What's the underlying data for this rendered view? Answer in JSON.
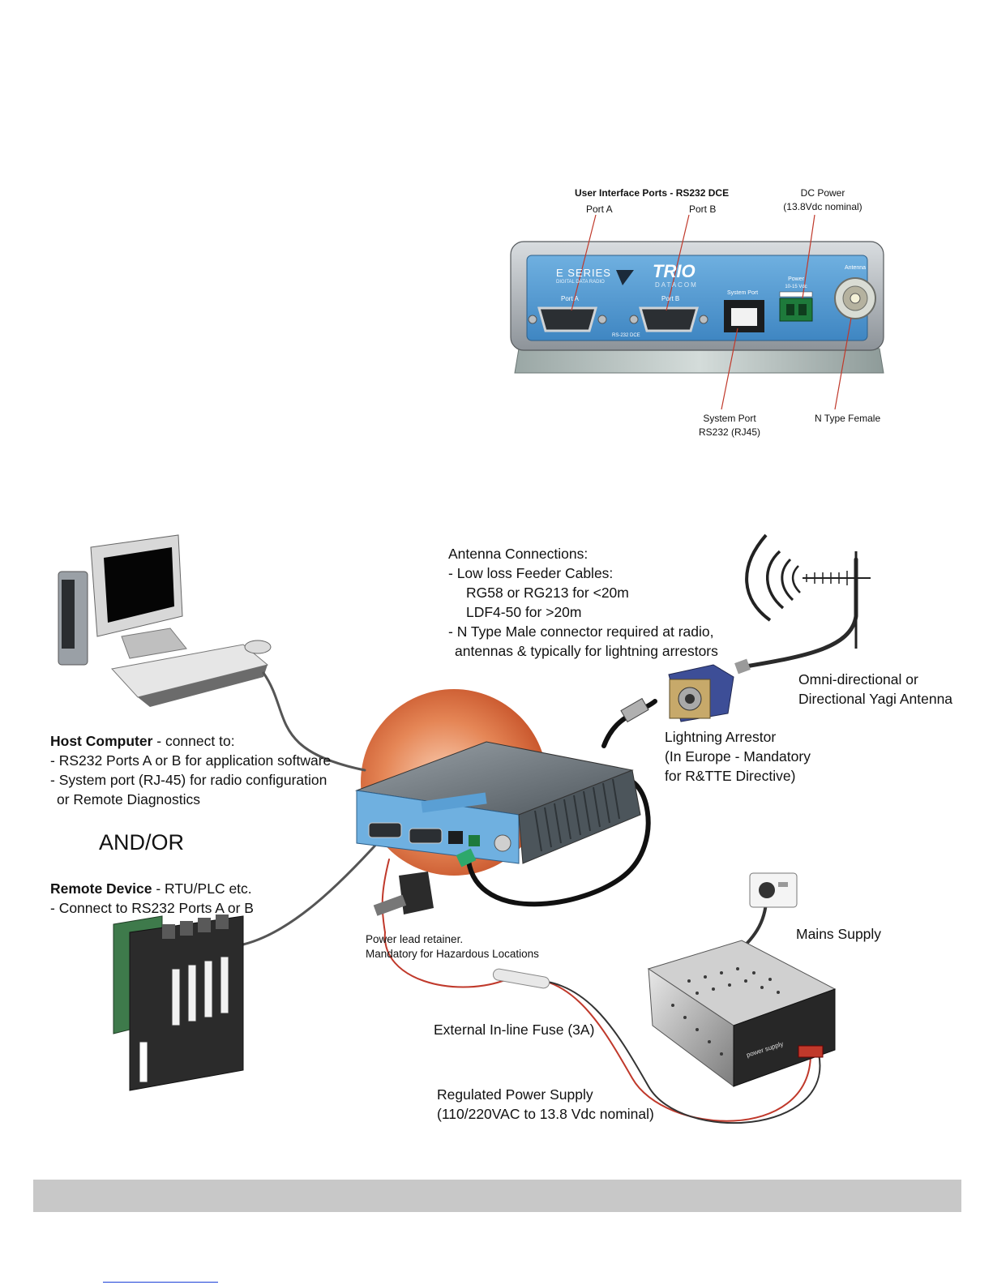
{
  "rear_panel": {
    "ui_ports_title": "User Interface Ports - RS232 DCE",
    "port_a_label": "Port A",
    "port_b_label": "Port B",
    "dc_power_label": "DC Power",
    "dc_power_sub": "(13.8Vdc nominal)",
    "system_port_label": "System Port",
    "system_port_sub": "RS232 (RJ45)",
    "n_type_label": "N Type Female",
    "device_text": {
      "series": "E SERIES",
      "series_sub": "DIGITAL DATA RADIO",
      "brand": "TRIO",
      "brand_sub": "DATACOM",
      "port_a": "Port A",
      "port_b": "Port B",
      "rs232": "RS-232 DCE",
      "system_port": "System Port",
      "power": "Power",
      "power_range": "10-15 Vdc",
      "antenna": "Antenna"
    }
  },
  "annotations": {
    "antenna_title": "Antenna Connections:",
    "antenna_line1": "- Low loss Feeder Cables:",
    "antenna_line2": "RG58 or RG213 for <20m",
    "antenna_line3": "LDF4-50 for >20m",
    "antenna_line4": "- N Type Male connector required at radio,",
    "antenna_line5": "antennas & typically for lightning arrestors",
    "omni_line1": "Omni-directional or",
    "omni_line2": "Directional Yagi Antenna",
    "arrestor_line1": "Lightning Arrestor",
    "arrestor_line2": "(In Europe - Mandatory",
    "arrestor_line3": "for R&TTE Directive)",
    "host_title": "Host Computer",
    "host_suffix": " - connect to:",
    "host_line1": "- RS232 Ports A or B for application software",
    "host_line2": "- System port (RJ-45) for radio configuration",
    "host_line3": "or Remote Diagnostics",
    "and_or": "AND/OR",
    "remote_title": "Remote Device",
    "remote_suffix": " - RTU/PLC etc.",
    "remote_line1": "- Connect to RS232 Ports A or B",
    "retainer_line1": "Power lead retainer.",
    "retainer_line2": "Mandatory for Hazardous Locations",
    "mains": "Mains Supply",
    "fuse": "External In-line Fuse (3A)",
    "psu_line1": "Regulated Power Supply",
    "psu_line2": "(110/220VAC to 13.8 Vdc nominal)",
    "psu_device_text": "power supply"
  },
  "colors": {
    "panel_blue": "#5a9fd4",
    "cable": "#3a3a3a",
    "cable_red": "#c0392b",
    "glow": "#e07a4a",
    "footer": "#c8c8c8",
    "link": "#1a3fd6"
  }
}
